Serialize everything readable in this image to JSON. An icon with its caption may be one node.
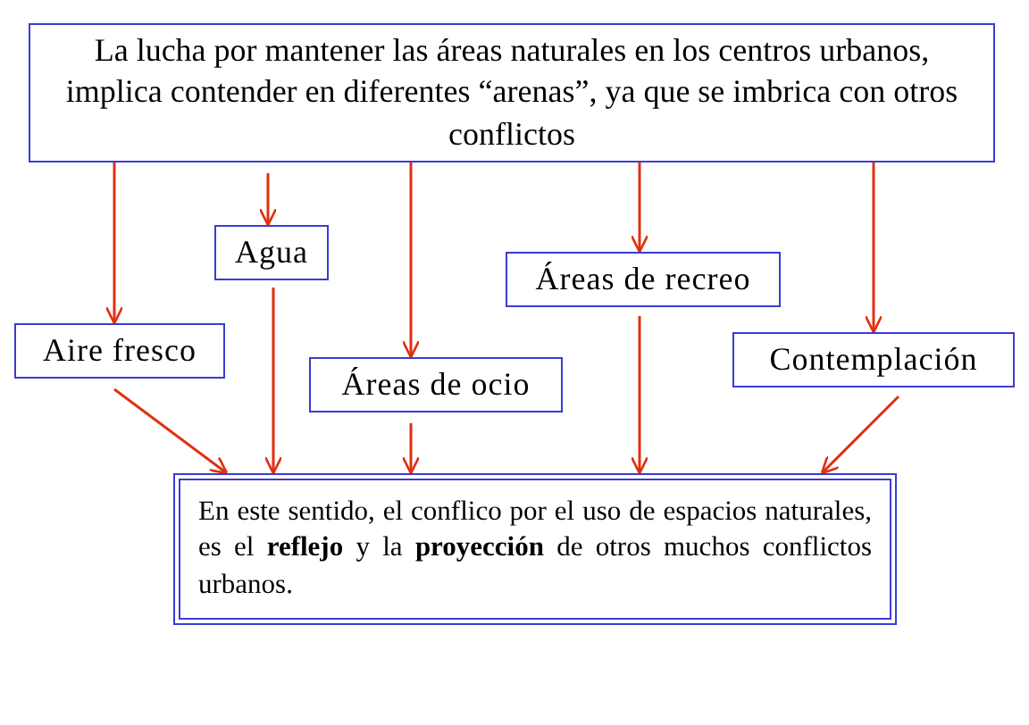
{
  "diagram": {
    "nodes": [
      {
        "text": [
          "La lucha por mantener las áreas naturales en los centros urbanos, implica contender en diferentes “arenas”, ya que se imbrica con otros conflictos"
        ]
      },
      {
        "text": [
          "Aire fresco"
        ]
      },
      {
        "text": [
          "Agua"
        ]
      },
      {
        "text": [
          "Áreas de ocio"
        ]
      },
      {
        "text": [
          "Áreas de recreo"
        ]
      },
      {
        "text": [
          "Contemplación"
        ]
      },
      {
        "text": [
          "En este sentido, el conflico por el uso de espacios naturales, es el **reflejo** y la **proyección** de otros muchos conflictos urbanos."
        ]
      }
    ],
    "edges": [
      {
        "from": 0,
        "to": 1,
        "arrow": "to"
      },
      {
        "from": 0,
        "to": 2,
        "arrow": "to"
      },
      {
        "from": 0,
        "to": 3,
        "arrow": "to"
      },
      {
        "from": 0,
        "to": 4,
        "arrow": "to"
      },
      {
        "from": 0,
        "to": 5,
        "arrow": "to"
      },
      {
        "from": 1,
        "to": 6,
        "arrow": "to"
      },
      {
        "from": 2,
        "to": 6,
        "arrow": "to"
      },
      {
        "from": 3,
        "to": 6,
        "arrow": "to"
      },
      {
        "from": 4,
        "to": 6,
        "arrow": "to"
      },
      {
        "from": 5,
        "to": 6,
        "arrow": "to"
      }
    ]
  }
}
